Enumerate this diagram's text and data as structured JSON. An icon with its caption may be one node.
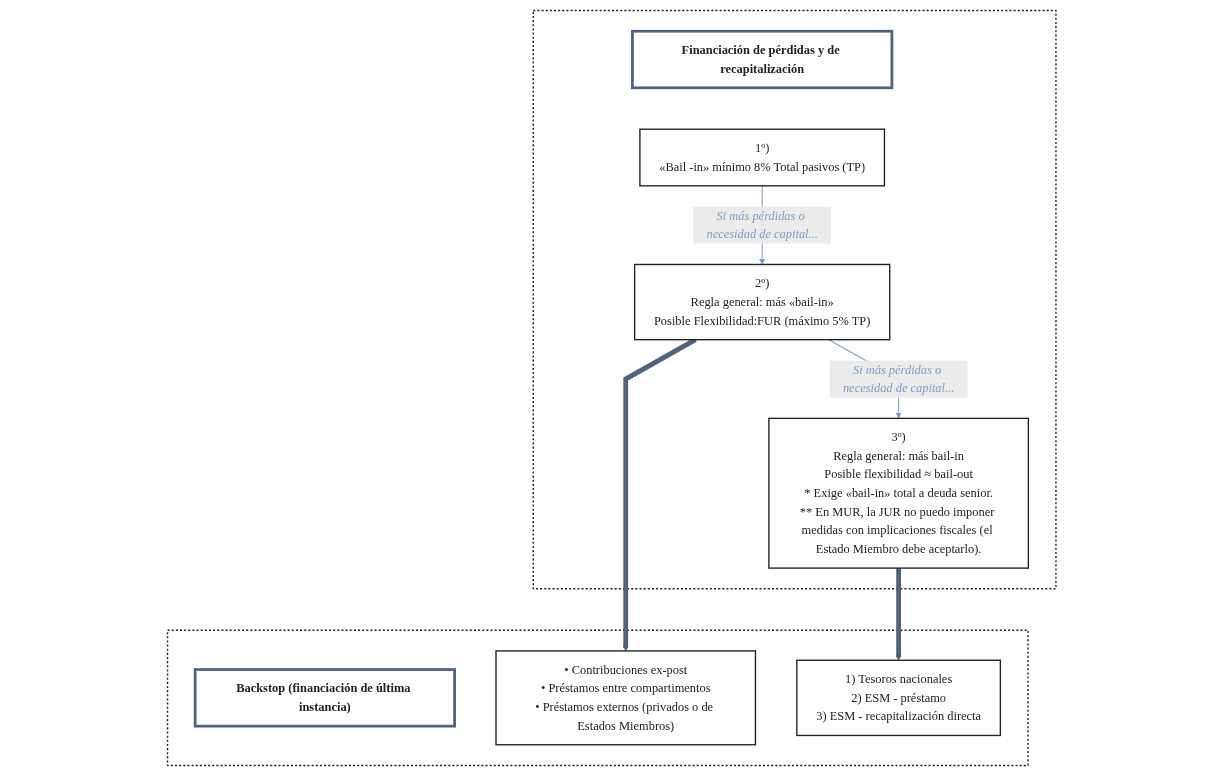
{
  "diagram": {
    "nodes": [
      {
        "text": [],
        "shape": "box"
      },
      {
        "text": [
          "Financiación de pérdidas y de recapitalización"
        ],
        "in": 0
      },
      {
        "text": [
          "1º)",
          "«Bail -in» mínimo 8% Total pasivos (TP)"
        ],
        "in": 0
      },
      {
        "text": [
          "2º)",
          "Regla general: más «bail-in»",
          "Posible Flexibilidad:FUR (máximo 5% TP)"
        ],
        "in": 0
      },
      {
        "text": [
          "3º)",
          "Regla general: más bail-in",
          "Posible flexibilidad ≈ bail-out",
          "* Exige «bail-in» total a deuda senior.",
          "** En MUR, la JUR no puedo imponer medidas con implicaciones fiscales (el Estado Miembro debe aceptarlo)."
        ],
        "in": 0
      },
      {
        "text": [],
        "shape": "box"
      },
      {
        "text": [
          "Backstop (financiación de última instancia)"
        ],
        "in": 5
      },
      {
        "text": [
          "• Contribuciones ex-post",
          "• Préstamos entre compartimentos",
          "• Préstamos externos (privados o de Estados Miembros)"
        ],
        "in": 5
      },
      {
        "text": [
          "1) Tesoros nacionales",
          "2) ESM - préstamo",
          "3) ESM - recapitalización directa"
        ],
        "in": 5
      }
    ],
    "edges": [
      {
        "from": 2,
        "to": 3,
        "arrow": "to",
        "label": "Si más pérdidas o necesidad de capital...",
        "color": "#7f9cc4"
      },
      {
        "from": 3,
        "to": 4,
        "arrow": "to",
        "label": "Si más pérdidas o necesidad de capital...",
        "color": "#7f9cc4"
      },
      {
        "from": 3,
        "to": 7,
        "arrow": "to",
        "style": "thick",
        "color": "#52627e"
      },
      {
        "from": 4,
        "to": 8,
        "arrow": "to",
        "style": "thick",
        "color": "#52627e"
      }
    ]
  }
}
